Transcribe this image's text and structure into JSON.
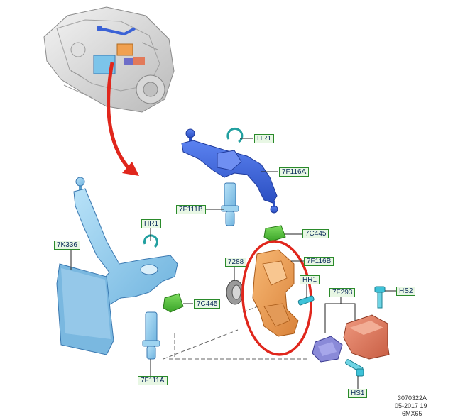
{
  "labels": {
    "hr1_top": "HR1",
    "lever_7f116a": "7F116A",
    "pin_7f111b": "7F111B",
    "cap_7c445_top": "7C445",
    "bracket_7k336": "7K336",
    "hr1_left": "HR1",
    "cap_7c445_left": "7C445",
    "pin_7f111a": "7F111A",
    "ring_7288": "7288",
    "bracket_7f116b": "7F116B",
    "hr1_right": "HR1",
    "sensor_7f293": "7F293",
    "screw_hs2": "HS2",
    "screw_hs1": "HS1"
  },
  "footer": {
    "code": "3070322A",
    "date": "05-2017 19",
    "model": "6MX65"
  },
  "colors": {
    "blue_part": "#3b62d6",
    "light_blue_part": "#8cc8ea",
    "green_cap": "#4fbf3a",
    "orange_part": "#f0a050",
    "salmon_part": "#e27a5a",
    "violet_part": "#8a8ad8",
    "callout_red": "#e0261c",
    "label_border": "#2a8a2a"
  }
}
